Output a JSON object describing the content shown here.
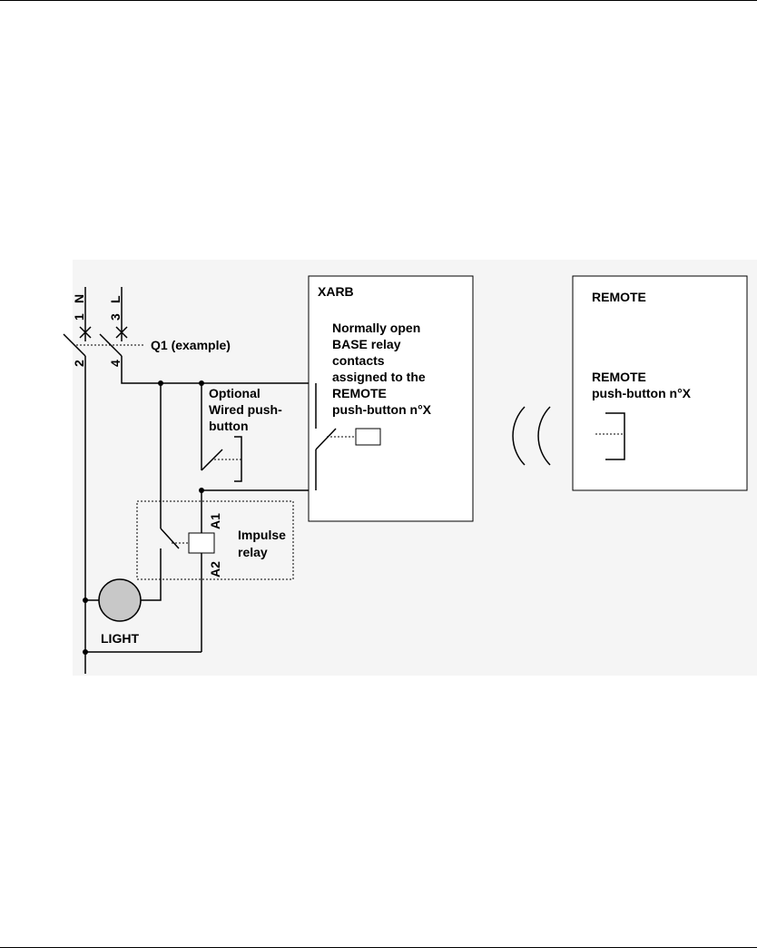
{
  "terminals": {
    "n_number": "1",
    "n_label": "N",
    "l_number": "3",
    "l_label": "L",
    "out_n": "2",
    "out_l": "4"
  },
  "breaker_label": "Q1 (example)",
  "xarb": {
    "title": "XARB",
    "desc_lines": [
      "Normally open",
      "BASE relay",
      "contacts",
      "assigned to the",
      "REMOTE",
      "push-button n°X"
    ]
  },
  "remote": {
    "title": "REMOTE",
    "button_lines": [
      "REMOTE",
      "push-button n°X"
    ]
  },
  "pushbutton": {
    "lines": [
      "Optional",
      "Wired push-",
      "button"
    ]
  },
  "impulse_relay": {
    "lines": [
      "Impulse",
      "relay"
    ],
    "a1": "A1",
    "a2": "A2"
  },
  "light_label": "LIGHT"
}
